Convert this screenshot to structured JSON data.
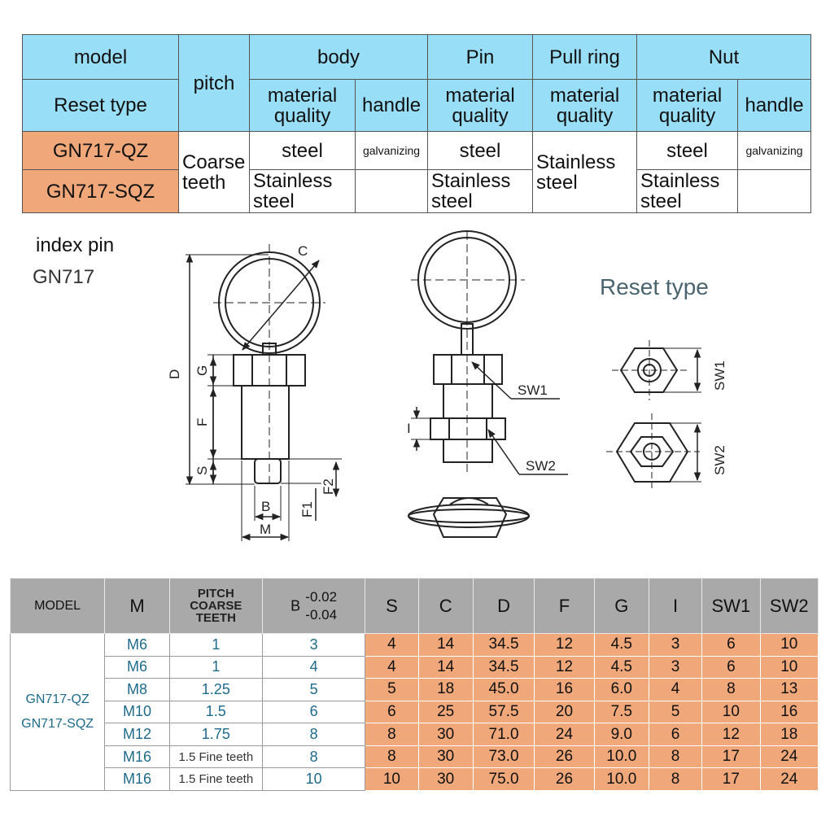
{
  "spec_table": {
    "headers": {
      "model": "model",
      "reset_type": "Reset type",
      "pitch": "pitch",
      "body": "body",
      "pin": "Pin",
      "pull_ring": "Pull ring",
      "nut": "Nut",
      "material_quality": "material quality",
      "handle": "handle"
    },
    "models": [
      "GN717-QZ",
      "GN717-SQZ"
    ],
    "pitch_value": "Coarse teeth",
    "rows": [
      {
        "body_material": "steel",
        "body_handle": "galvanizing",
        "pin_material": "steel",
        "nut_material": "steel",
        "nut_handle": "galvanizing"
      },
      {
        "body_material": "Stainless steel",
        "body_handle": "",
        "pin_material": "Stainless steel",
        "nut_material": "Stainless steel",
        "nut_handle": ""
      }
    ],
    "pull_ring_material": "Stainless steel"
  },
  "diagram": {
    "title_line1": "index pin",
    "title_line2": "GN717",
    "reset_type": "Reset type",
    "labels": {
      "C": "C",
      "D": "D",
      "G": "G",
      "F": "F",
      "S": "S",
      "B": "B",
      "M": "M",
      "F1": "F1",
      "F2": "F2",
      "I": "I",
      "SW1": "SW1",
      "SW2": "SW2"
    }
  },
  "dim_table": {
    "headers": {
      "model": "MODEL",
      "m": "M",
      "pitch": "PITCH COARSE TEETH",
      "b": "B",
      "b_tol_upper": "-0.02",
      "b_tol_lower": "-0.04",
      "s": "S",
      "c": "C",
      "d": "D",
      "f": "F",
      "g": "G",
      "i": "I",
      "sw1": "SW1",
      "sw2": "SW2"
    },
    "models": [
      "GN717-QZ",
      "GN717-SQZ"
    ],
    "rows": [
      {
        "m": "M6",
        "pitch": "1",
        "b": "3",
        "s": "4",
        "c": "14",
        "d": "34.5",
        "f": "12",
        "g": "4.5",
        "i": "3",
        "sw1": "6",
        "sw2": "10"
      },
      {
        "m": "M6",
        "pitch": "1",
        "b": "4",
        "s": "4",
        "c": "14",
        "d": "34.5",
        "f": "12",
        "g": "4.5",
        "i": "3",
        "sw1": "6",
        "sw2": "10"
      },
      {
        "m": "M8",
        "pitch": "1.25",
        "b": "5",
        "s": "5",
        "c": "18",
        "d": "45.0",
        "f": "16",
        "g": "6.0",
        "i": "4",
        "sw1": "8",
        "sw2": "13"
      },
      {
        "m": "M10",
        "pitch": "1.5",
        "b": "6",
        "s": "6",
        "c": "25",
        "d": "57.5",
        "f": "20",
        "g": "7.5",
        "i": "5",
        "sw1": "10",
        "sw2": "16"
      },
      {
        "m": "M12",
        "pitch": "1.75",
        "b": "8",
        "s": "8",
        "c": "30",
        "d": "71.0",
        "f": "24",
        "g": "9.0",
        "i": "6",
        "sw1": "12",
        "sw2": "18"
      },
      {
        "m": "M16",
        "pitch": "1.5 Fine teeth",
        "b": "8",
        "s": "8",
        "c": "30",
        "d": "73.0",
        "f": "26",
        "g": "10.0",
        "i": "8",
        "sw1": "17",
        "sw2": "24"
      },
      {
        "m": "M16",
        "pitch": "1.5 Fine teeth",
        "b": "10",
        "s": "10",
        "c": "30",
        "d": "75.0",
        "f": "26",
        "g": "10.0",
        "i": "8",
        "sw1": "17",
        "sw2": "24"
      }
    ]
  },
  "colors": {
    "header_blue": "#99def7",
    "model_orange": "#f0a87a",
    "header_gray": "#a9a9a9",
    "model_text": "#1e6a8a"
  }
}
